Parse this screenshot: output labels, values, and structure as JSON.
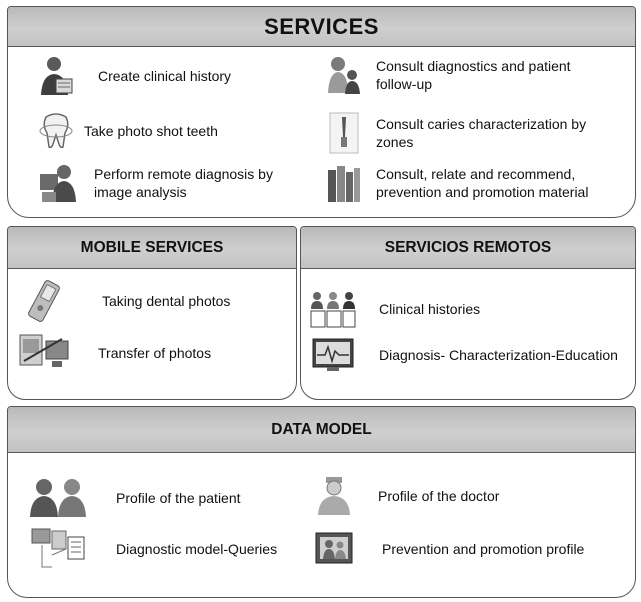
{
  "services": {
    "title": "SERVICES",
    "items": [
      {
        "label": "Create clinical history",
        "icon": "doctor-writing-icon"
      },
      {
        "label": "Consult diagnostics and patient follow-up",
        "icon": "doctor-patient-icon"
      },
      {
        "label": "Take photo shot teeth",
        "icon": "tooth-icon"
      },
      {
        "label": "Consult caries characterization by zones",
        "icon": "dental-tool-icon"
      },
      {
        "label": "Perform remote diagnosis by image analysis",
        "icon": "remote-doctor-icon"
      },
      {
        "label": "Consult, relate and recommend, prevention and promotion material",
        "icon": "books-icon"
      }
    ]
  },
  "mobile_services": {
    "title": "MOBILE SERVICES",
    "items": [
      {
        "label": "Taking dental photos",
        "icon": "mobile-phone-icon"
      },
      {
        "label": "Transfer of photos",
        "icon": "computer-transfer-icon"
      }
    ]
  },
  "remote_services": {
    "title": "SERVICIOS REMOTOS",
    "items": [
      {
        "label": "Clinical histories",
        "icon": "people-records-icon"
      },
      {
        "label": "Diagnosis- Characterization-Education",
        "icon": "monitor-icon"
      }
    ]
  },
  "data_model": {
    "title": "DATA MODEL",
    "items": [
      {
        "label": "Profile of the patient",
        "icon": "patients-icon"
      },
      {
        "label": "Profile of the doctor",
        "icon": "doctor-icon"
      },
      {
        "label": "Diagnostic model-Queries",
        "icon": "documents-icon"
      },
      {
        "label": "Prevention and promotion profile",
        "icon": "photo-frame-icon"
      }
    ]
  }
}
